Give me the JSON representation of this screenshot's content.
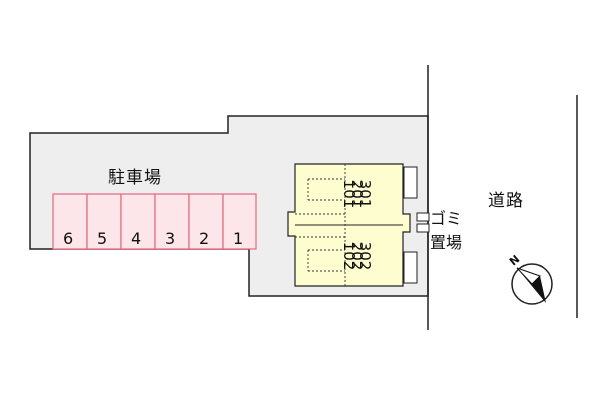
{
  "parking": {
    "title": "駐車場",
    "slots": [
      "6",
      "5",
      "4",
      "3",
      "2",
      "1"
    ]
  },
  "building": {
    "upper_units": [
      "301",
      "201",
      "101"
    ],
    "lower_units": [
      "302",
      "202",
      "102"
    ]
  },
  "garbage_area": {
    "label_line1": "ゴミ",
    "label_line2": "置場"
  },
  "road": {
    "label": "道路"
  },
  "compass": {
    "label": "N"
  },
  "colors": {
    "lot_fill": "#eeeeee",
    "parking_fill": "#fde6ea",
    "parking_border": "#e6667f",
    "building_fill": "#fdfdd0",
    "outline": "#222222"
  }
}
